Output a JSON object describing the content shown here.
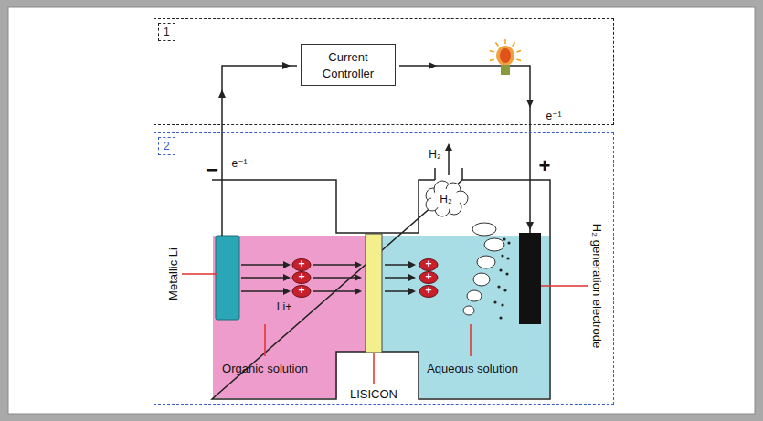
{
  "diagram": {
    "nodes": [
      {
        "text": [
          "1"
        ]
      },
      {
        "text": [
          "Current Controller"
        ],
        "in": 0
      },
      {
        "text": [
          "2"
        ]
      }
    ],
    "labels": [
      "e⁻¹",
      "−",
      "e⁻¹",
      "+",
      "H₂",
      "H₂",
      "Metallic Li",
      "+",
      "+",
      "+",
      "+",
      "+",
      "+",
      "Li+",
      "H₂ generation electrode",
      "Organic solution",
      "Aqueous solution",
      "LISICON"
    ]
  }
}
